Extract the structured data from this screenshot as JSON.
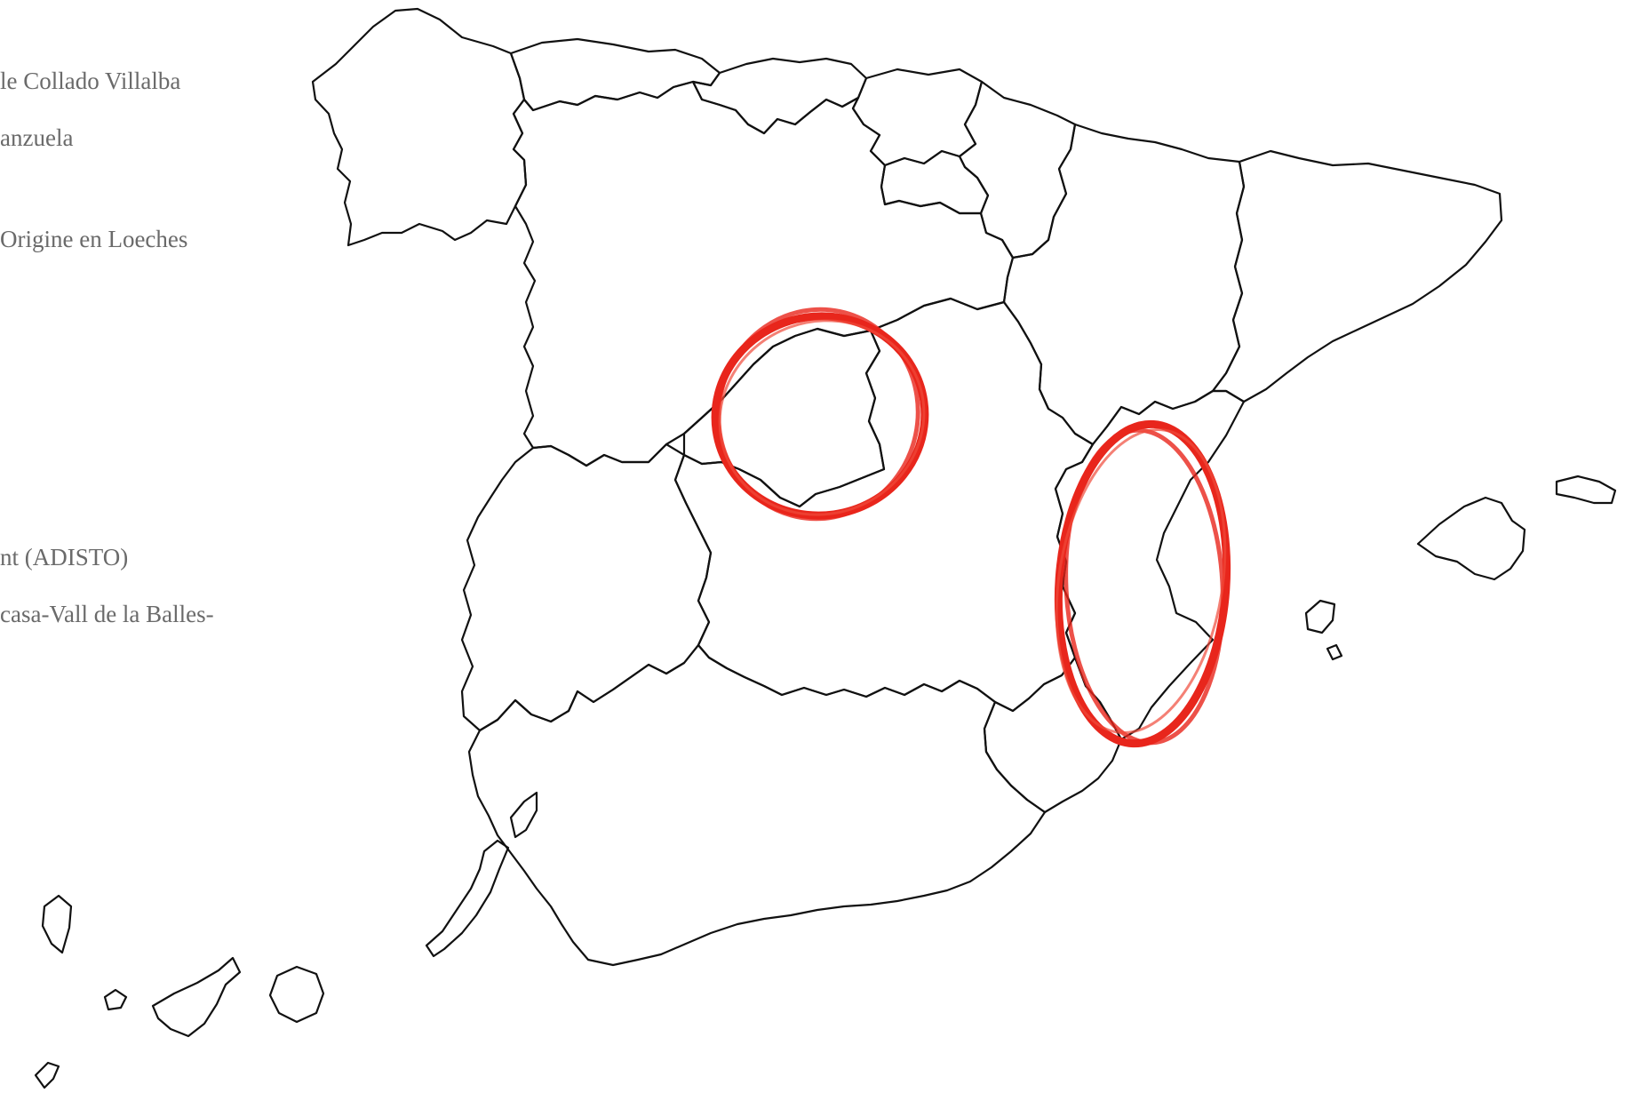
{
  "side_text": [
    "le Collado Villalba",
    "anzuela",
    "Origine en Loeches",
    "nt (ADISTO)",
    "casa-Vall de la Balles-"
  ],
  "map": {
    "subject": "Spain autonomous communities outline",
    "highlights": [
      {
        "area": "Comunidad de Madrid",
        "color": "#e8261c"
      },
      {
        "area": "Comunitat Valenciana",
        "color": "#e8261c"
      }
    ]
  }
}
